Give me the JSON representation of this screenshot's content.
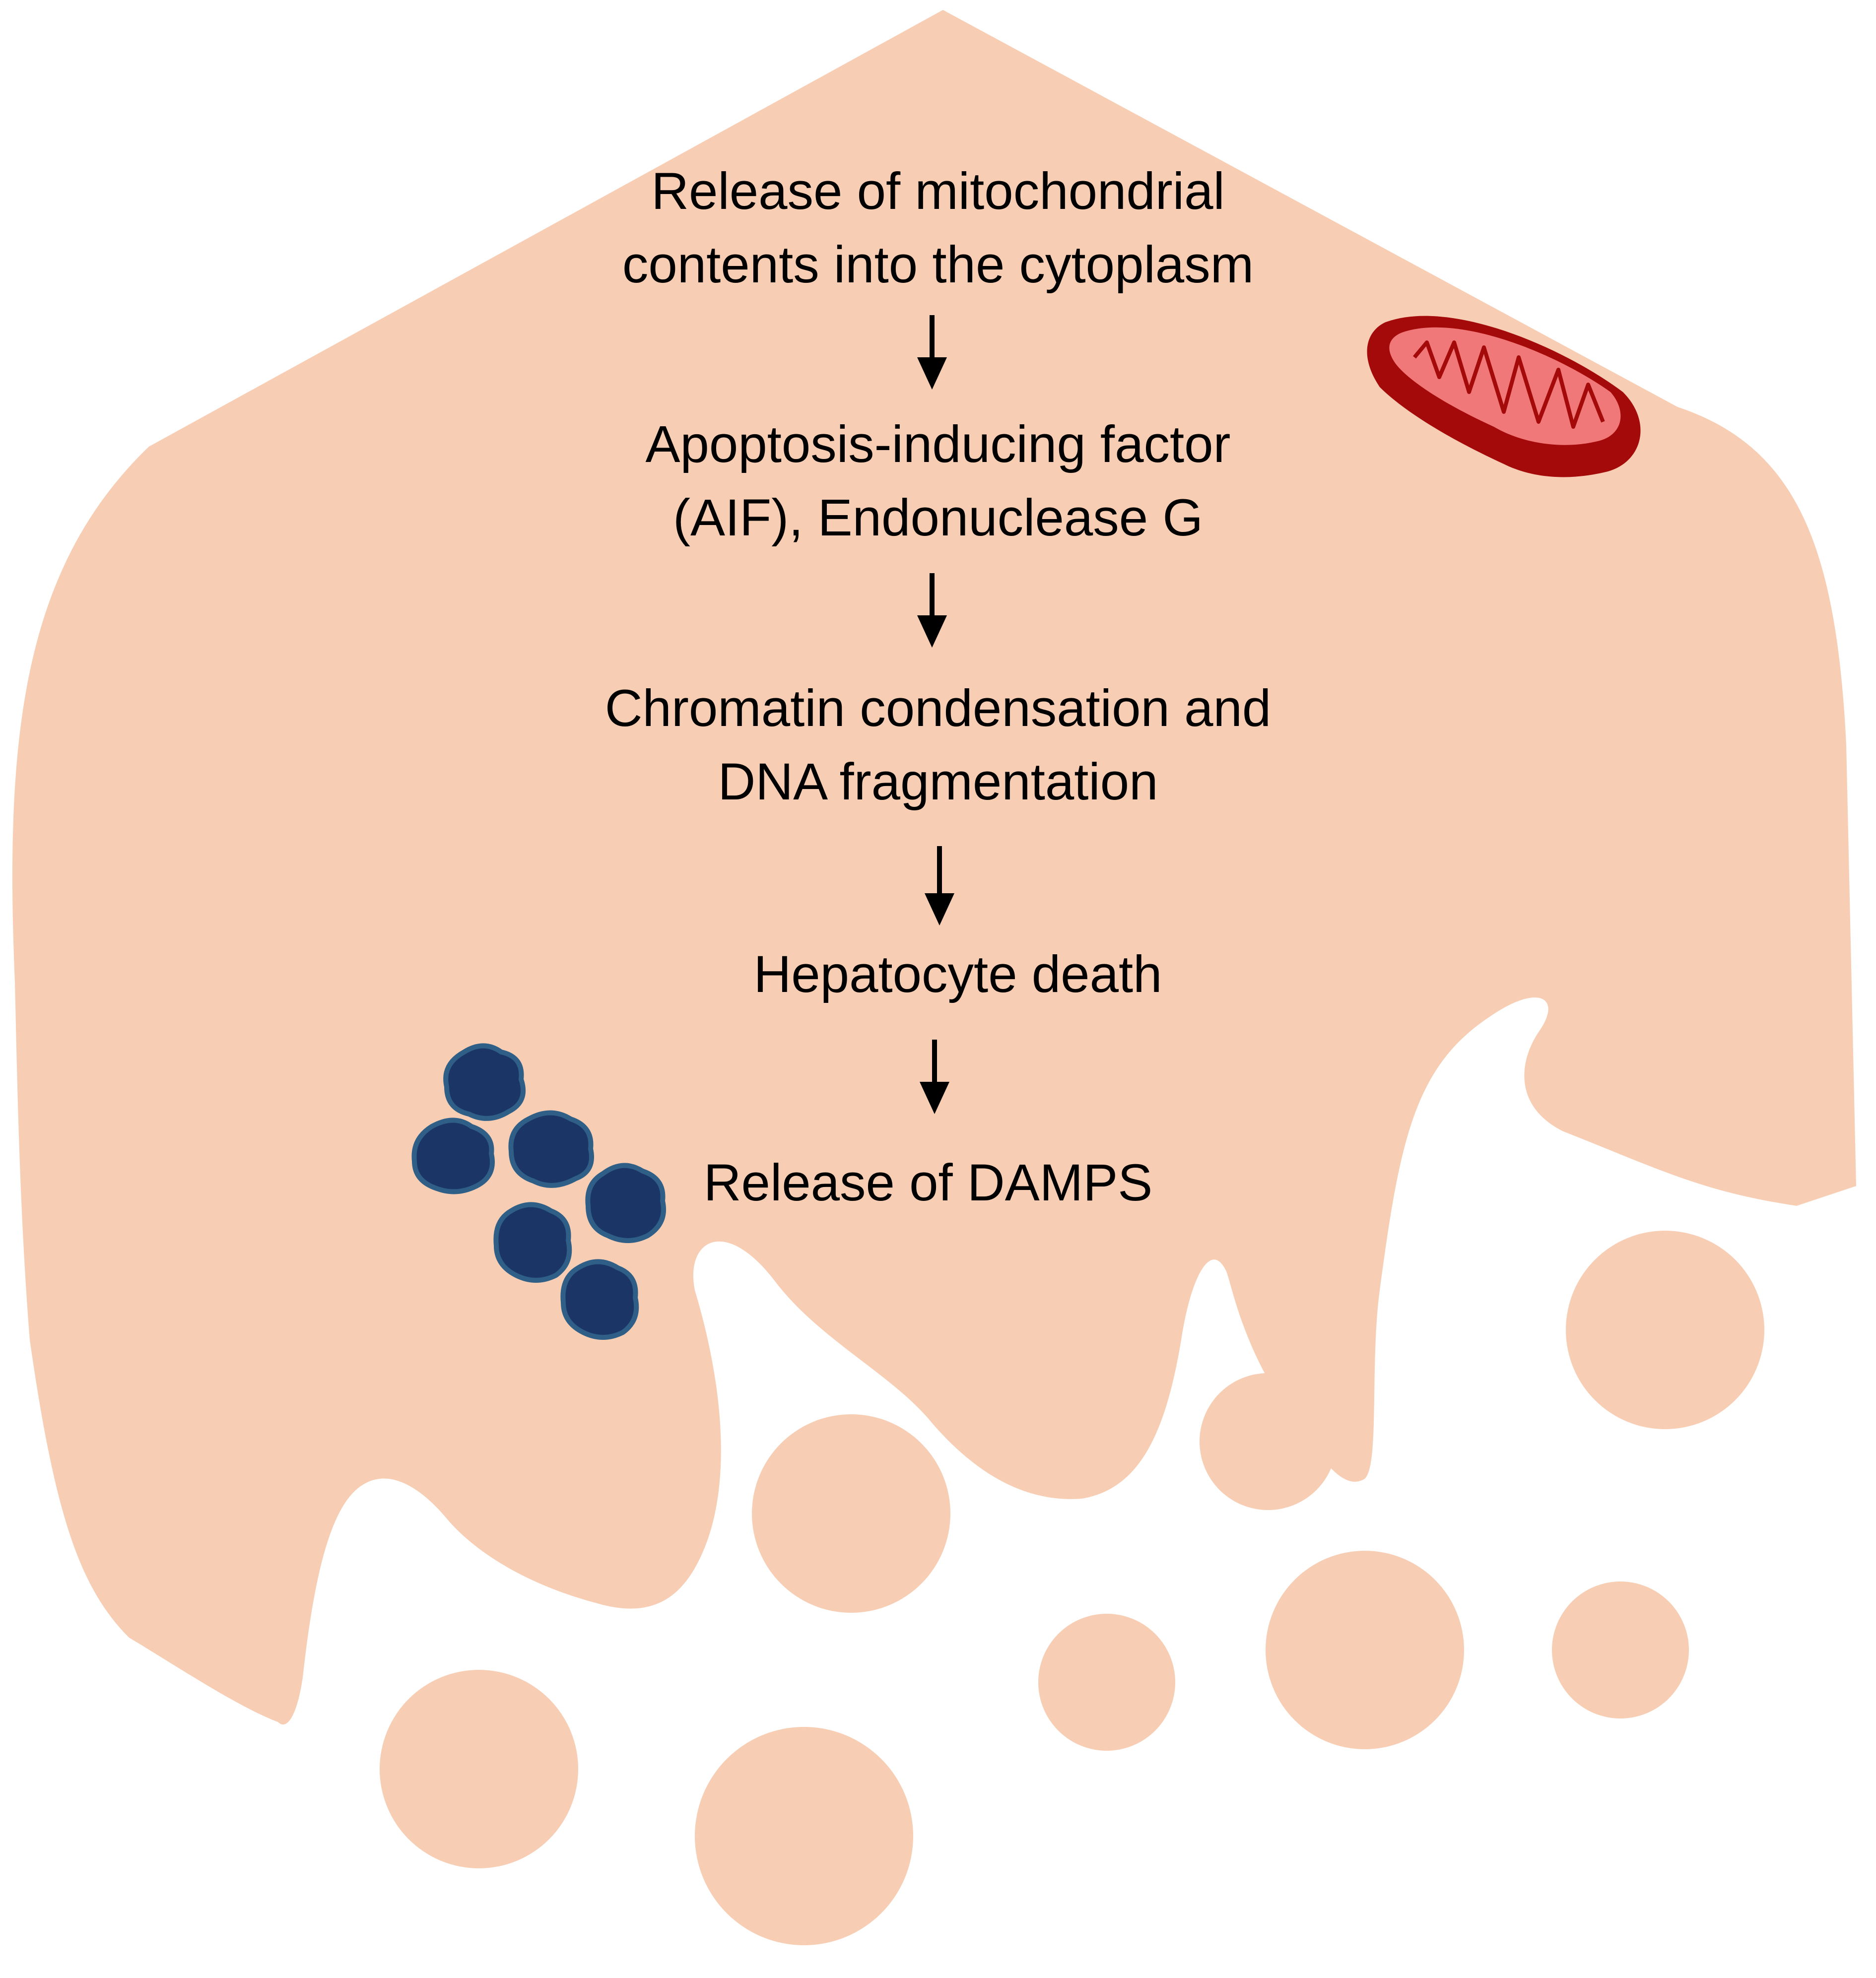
{
  "colors": {
    "cell_fill": "#F7CDB3",
    "mitochondrion_outer": "#A50A0A",
    "mitochondrion_inner": "#F07878",
    "damp_fill": "#1B3567",
    "damp_outline": "#2F5F86",
    "arrow": "#000000",
    "text": "#000000"
  },
  "icons": {
    "mitochondrion": "mitochondrion-icon",
    "damps": "damp-cluster-icon",
    "blebs": "apoptotic-body-icon"
  },
  "flow": {
    "steps": [
      {
        "id": "mito-release",
        "text": "Release of mitochondrial\ncontents into the cytoplasm"
      },
      {
        "id": "aif-endog",
        "text": "Apoptosis-inducing factor\n(AIF), Endonuclease G"
      },
      {
        "id": "chromatin",
        "text": "Chromatin condensation and\nDNA fragmentation"
      },
      {
        "id": "death",
        "text": "Hepatocyte death"
      },
      {
        "id": "damps",
        "text": "Release of DAMPS"
      }
    ]
  }
}
